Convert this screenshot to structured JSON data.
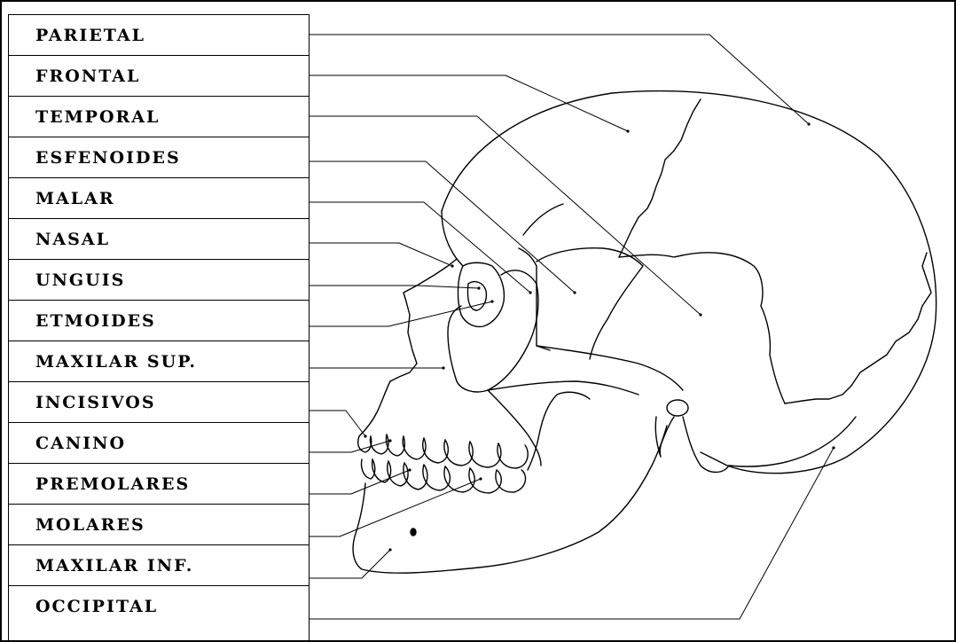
{
  "labels": [
    {
      "id": "parietal",
      "text": "PARIETAL"
    },
    {
      "id": "frontal",
      "text": "FRONTAL"
    },
    {
      "id": "temporal",
      "text": "TEMPORAL"
    },
    {
      "id": "esfenoides",
      "text": "ESFENOIDES"
    },
    {
      "id": "malar",
      "text": "MALAR"
    },
    {
      "id": "nasal",
      "text": "NASAL"
    },
    {
      "id": "unguis",
      "text": "UNGUIS"
    },
    {
      "id": "etmoides",
      "text": "ETMOIDES"
    },
    {
      "id": "maxilar-sup",
      "text": "MAXILAR SUP."
    },
    {
      "id": "incisivos",
      "text": "INCISIVOS"
    },
    {
      "id": "canino",
      "text": "CANINO"
    },
    {
      "id": "premolares",
      "text": "PREMOLARES"
    },
    {
      "id": "molares",
      "text": "MOLARES"
    },
    {
      "id": "maxilar-inf",
      "text": "MAXILAR INF."
    },
    {
      "id": "occipital",
      "text": "OCCIPITAL"
    }
  ],
  "colors": {
    "line": "#000000",
    "background": "#ffffff"
  }
}
